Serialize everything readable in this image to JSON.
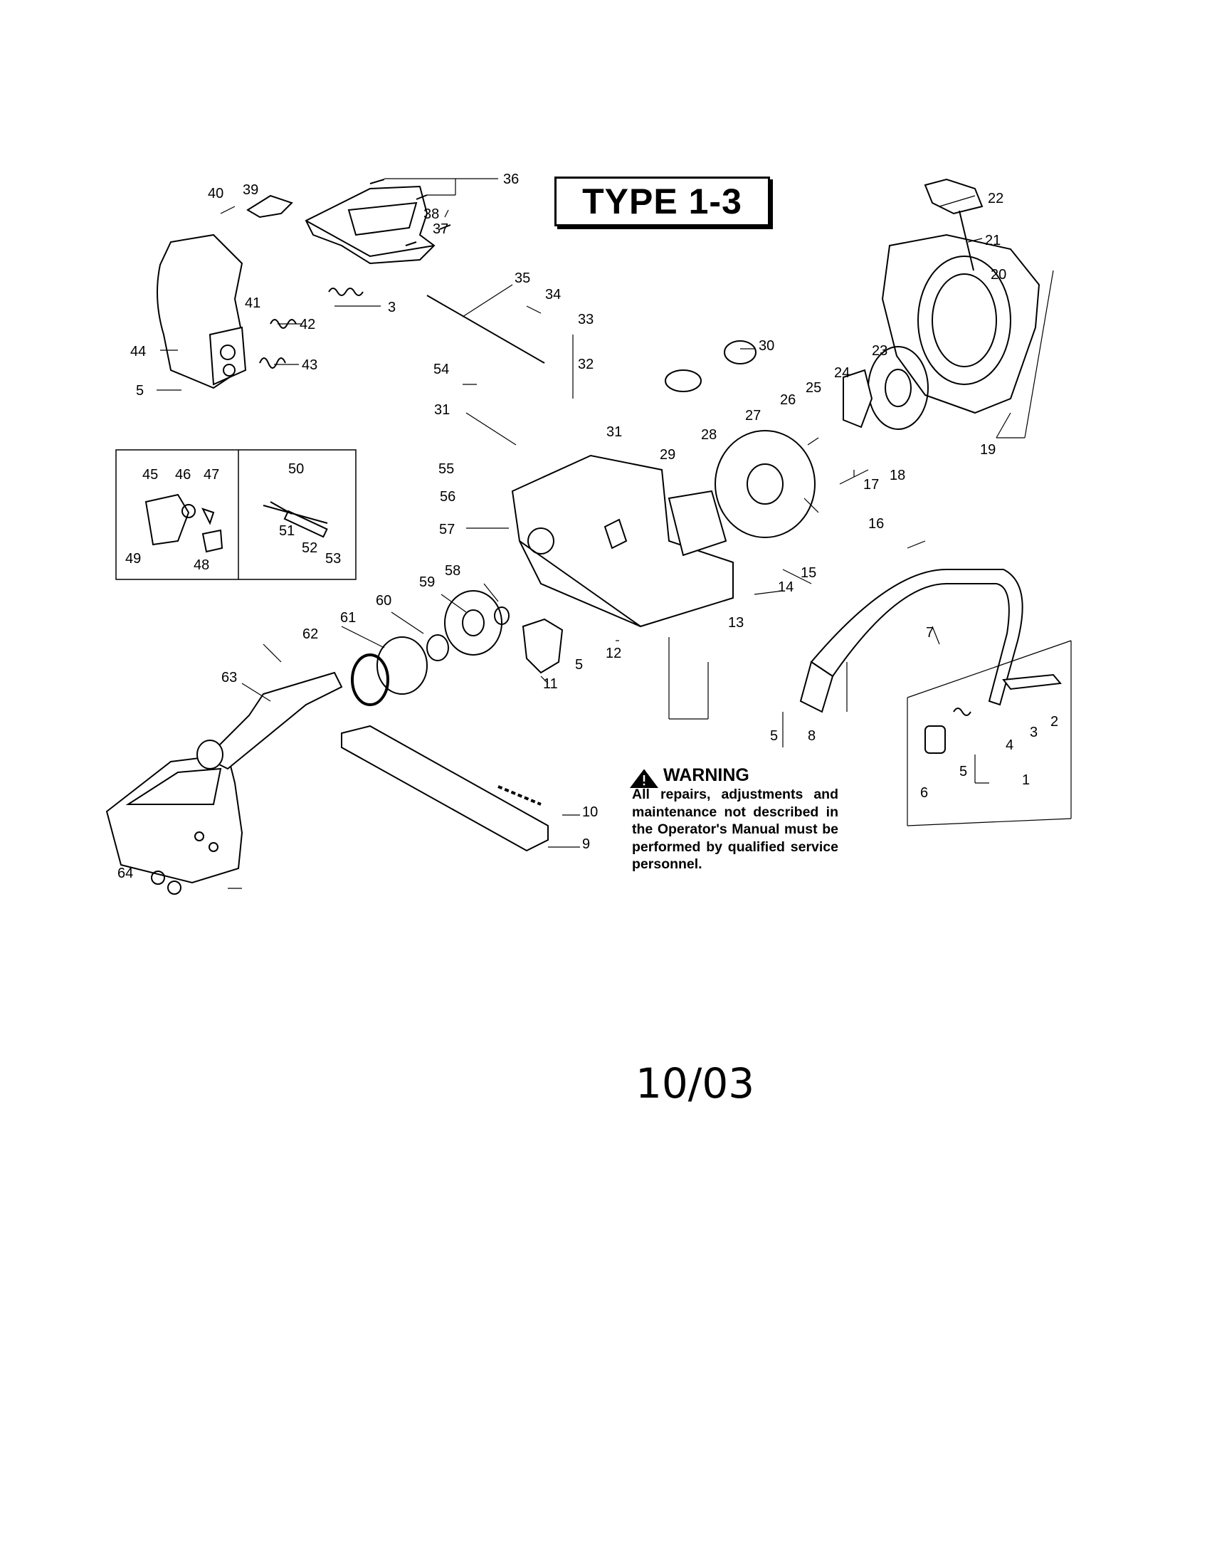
{
  "title": "TYPE 1-3",
  "warning": {
    "heading": "WARNING",
    "text": "All repairs, adjustments and maintenance not described in the Operator's Manual must be performed by qualified service personnel."
  },
  "date": "10/03",
  "part_numbers": {
    "p1": "1",
    "p2": "2",
    "p3": "3",
    "p3b": "3",
    "p4": "4",
    "p5a": "5",
    "p5b": "5",
    "p5c": "5",
    "p5d": "5",
    "p6": "6",
    "p7": "7",
    "p8": "8",
    "p9": "9",
    "p10": "10",
    "p11": "11",
    "p12": "12",
    "p13": "13",
    "p14": "14",
    "p15": "15",
    "p16": "16",
    "p17": "17",
    "p18": "18",
    "p19": "19",
    "p20": "20",
    "p21": "21",
    "p22": "22",
    "p23": "23",
    "p24": "24",
    "p25": "25",
    "p26": "26",
    "p27": "27",
    "p28": "28",
    "p29": "29",
    "p30": "30",
    "p31a": "31",
    "p31b": "31",
    "p32": "32",
    "p33": "33",
    "p34": "34",
    "p35": "35",
    "p36": "36",
    "p37": "37",
    "p38": "38",
    "p39": "39",
    "p40": "40",
    "p41": "41",
    "p42": "42",
    "p43": "43",
    "p44": "44",
    "p45": "45",
    "p46": "46",
    "p47": "47",
    "p48": "48",
    "p49": "49",
    "p50": "50",
    "p51": "51",
    "p52": "52",
    "p53": "53",
    "p54": "54",
    "p55": "55",
    "p56": "56",
    "p57": "57",
    "p58": "58",
    "p59": "59",
    "p60": "60",
    "p61": "61",
    "p62": "62",
    "p63": "63",
    "p64": "64"
  }
}
